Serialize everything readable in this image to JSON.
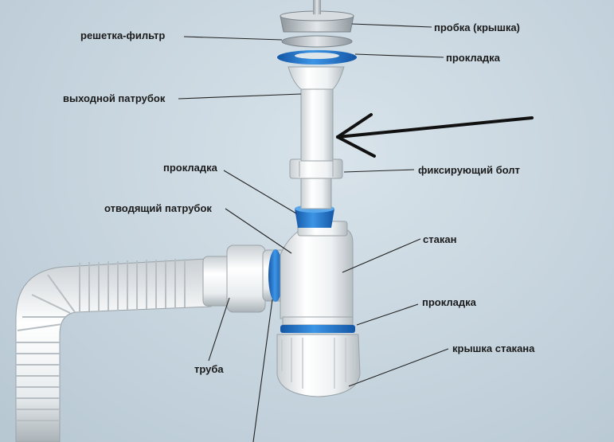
{
  "labels": {
    "cap": "пробка (крышка)",
    "strainer": "решетка-фильтр",
    "gasket_top": "прокладка",
    "outlet_pipe": "выходной патрубок",
    "fixing_bolt": "фиксирующий болт",
    "gasket_mid": "прокладка",
    "branch_pipe": "отводящий патрубок",
    "bottle": "стакан",
    "gasket_bottom": "прокладка",
    "bottle_cap": "крышка стакана",
    "hose": "труба"
  },
  "colors": {
    "plastic": "#f2f4f5",
    "gasket_blue": "#1f78d1",
    "steel": "#a7aeb3",
    "arrow": "#111111"
  }
}
